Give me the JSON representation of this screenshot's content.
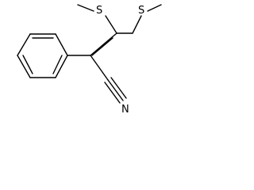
{
  "molecule": {
    "atoms": {
      "sulfur_left": "S",
      "sulfur_right": "S",
      "nitrile_nitrogen": "N"
    }
  }
}
